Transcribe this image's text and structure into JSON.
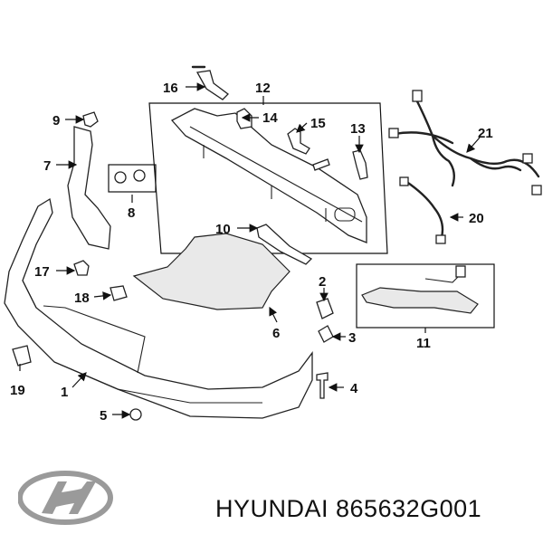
{
  "callouts": {
    "c1": "1",
    "c2": "2",
    "c3": "3",
    "c4": "4",
    "c5": "5",
    "c6": "6",
    "c7": "7",
    "c8": "8",
    "c9": "9",
    "c10": "10",
    "c11": "11",
    "c12": "12",
    "c13": "13",
    "c14": "14",
    "c15": "15",
    "c16": "16",
    "c17": "17",
    "c18": "18",
    "c19": "19",
    "c20": "20",
    "c21": "21"
  },
  "footer": {
    "logo_icon": "hyundai-logo-icon",
    "brand_and_part": "HYUNDAI 865632G001"
  }
}
